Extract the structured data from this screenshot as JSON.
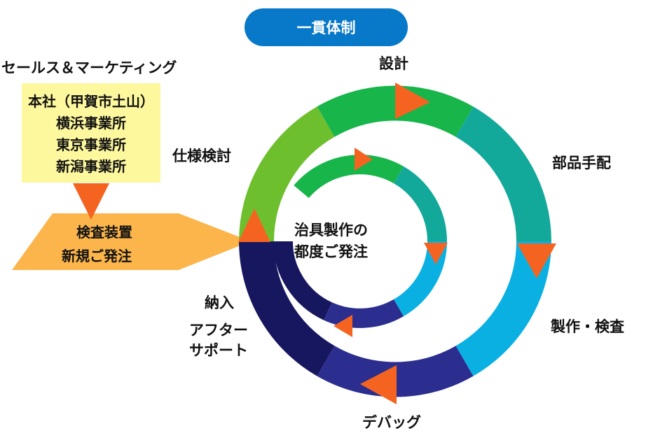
{
  "title": "一貫体制",
  "sales": {
    "heading": "セールス＆マーケティング",
    "offices": [
      "本社（甲賀市土山）",
      "横浜事業所",
      "東京事業所",
      "新潟事業所"
    ]
  },
  "order": {
    "line1": "検査装置",
    "line2": "新規ご発注"
  },
  "center": {
    "line1": "治具製作の",
    "line2": "都度ご発注"
  },
  "stages": {
    "spec": "仕様検討",
    "design": "設計",
    "parts": "部品手配",
    "manufacture": "製作・検査",
    "debug": "デバッグ",
    "delivery": "納入",
    "after1": "アフター",
    "after2": "サポート"
  },
  "colors": {
    "title_bg": "#0878c8",
    "office_bg": "#fdf79d",
    "order_arrow": "#fbb54b",
    "arrow_heads": "#f46420",
    "ring_light_green": "#6ebf2e",
    "ring_green": "#17b54a",
    "ring_teal": "#12a99a",
    "ring_sky": "#0bb0e3",
    "ring_indigo": "#2b2e8f",
    "ring_navy": "#17175f"
  }
}
